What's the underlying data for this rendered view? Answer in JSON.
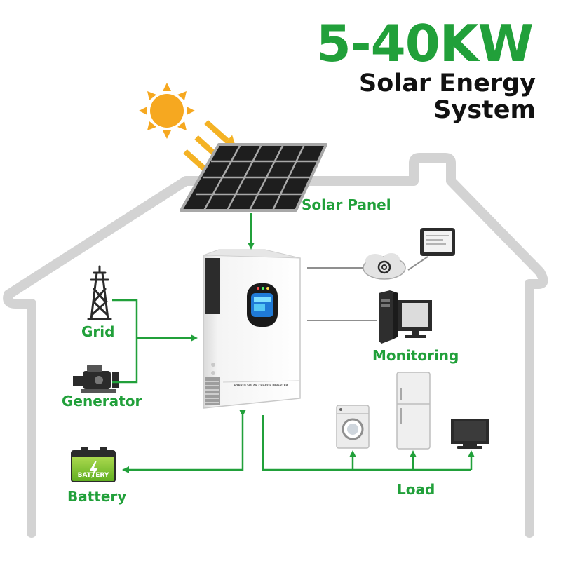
{
  "header": {
    "title": "5-40KW",
    "subtitle_line1": "Solar Energy",
    "subtitle_line2": "System"
  },
  "labels": {
    "solar_panel": "Solar Panel",
    "grid": "Grid",
    "generator": "Generator",
    "monitoring": "Monitoring",
    "battery": "Battery",
    "load": "Load"
  },
  "device": {
    "inverter_text": "HYBRID SOLAR CHARGE INVERTER",
    "battery_text": "BATTERY"
  },
  "colors": {
    "accent_green": "#21a03a",
    "house_outline": "#d3d3d3",
    "sun": "#f6a820",
    "ray_arrow": "#f4b224",
    "text_dark": "#111111"
  },
  "icons": [
    "sun-icon",
    "solar-panel-icon",
    "inverter-icon",
    "grid-tower-icon",
    "generator-icon",
    "battery-icon",
    "cloud-icon",
    "tablet-icon",
    "pc-tower-icon",
    "monitor-icon",
    "washing-machine-icon",
    "fridge-icon",
    "tv-icon"
  ]
}
